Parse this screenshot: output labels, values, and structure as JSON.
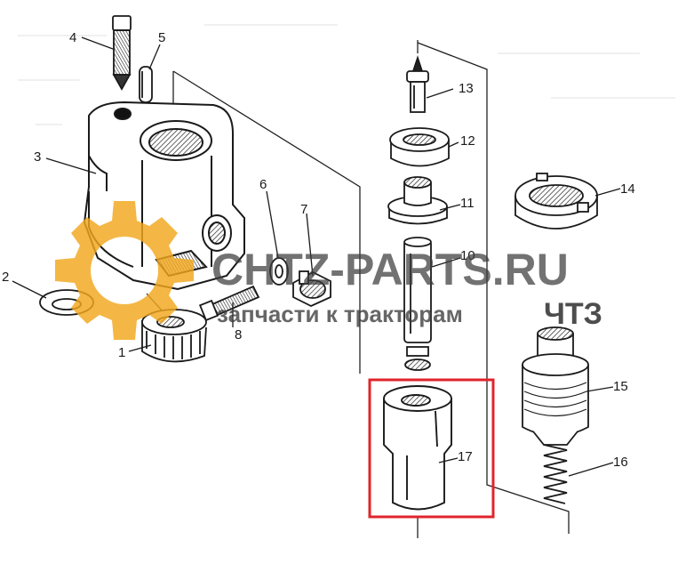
{
  "labels": {
    "p1": "1",
    "p2": "2",
    "p3": "3",
    "p4": "4",
    "p5": "5",
    "p6": "6",
    "p7": "7",
    "p8": "8",
    "p10": "10",
    "p11": "11",
    "p12": "12",
    "p13": "13",
    "p14": "14",
    "p15": "15",
    "p16": "16",
    "p17": "17"
  },
  "watermark": {
    "site": "CHTZ-PARTS.RU",
    "tagline": "запчасти к тракторам",
    "brand": "ЧТЗ"
  },
  "colors": {
    "ink": "#1a1a1a",
    "highlight": "#e0242b",
    "gear_logo": "#f2a81d"
  }
}
